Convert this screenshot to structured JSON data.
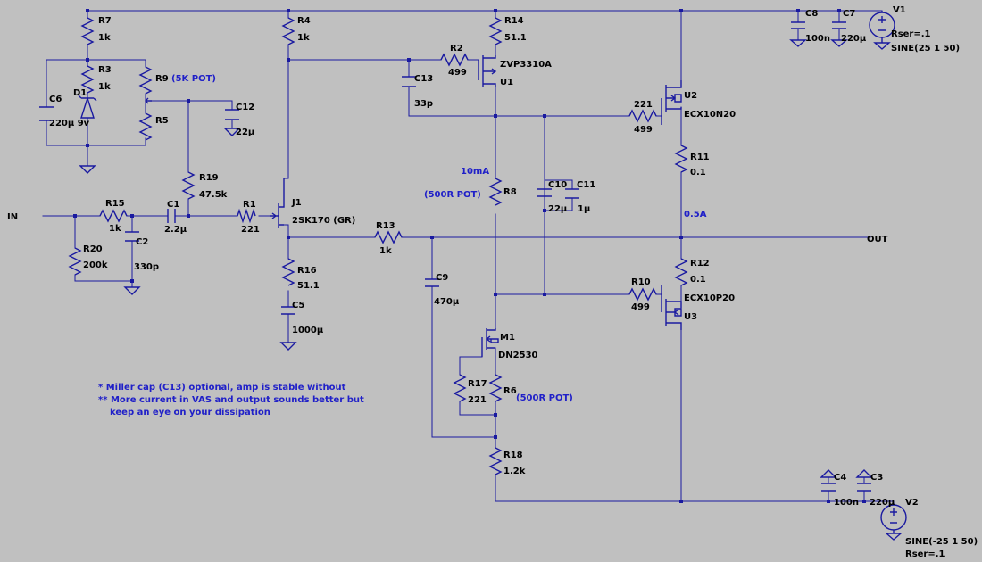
{
  "components": [
    {
      "id": "R7",
      "ref": "R7",
      "value": "1k"
    },
    {
      "id": "R3",
      "ref": "R3",
      "value": "1k"
    },
    {
      "id": "D1",
      "ref": "D1",
      "value": ""
    },
    {
      "id": "C6",
      "ref": "C6",
      "value": "220µ 9v"
    },
    {
      "id": "R9",
      "ref": "R9",
      "value": "(5K POT)"
    },
    {
      "id": "R5",
      "ref": "R5",
      "value": ""
    },
    {
      "id": "C12",
      "ref": "C12",
      "value": "22µ"
    },
    {
      "id": "R19",
      "ref": "R19",
      "value": "47.5k"
    },
    {
      "id": "R4",
      "ref": "R4",
      "value": "1k"
    },
    {
      "id": "R14",
      "ref": "R14",
      "value": "51.1"
    },
    {
      "id": "R2",
      "ref": "R2",
      "value": "499"
    },
    {
      "id": "U1",
      "ref": "U1",
      "value": "ZVP3310A"
    },
    {
      "id": "C13",
      "ref": "C13",
      "value": "33p"
    },
    {
      "id": "U2",
      "ref": "U2",
      "value": "ECX10N20"
    },
    {
      "id": "R_U2",
      "ref": "221",
      "value": "499"
    },
    {
      "id": "R11",
      "ref": "R11",
      "value": "0.1"
    },
    {
      "id": "C8",
      "ref": "C8",
      "value": "100n"
    },
    {
      "id": "C7",
      "ref": "C7",
      "value": "220µ"
    },
    {
      "id": "V1",
      "ref": "V1",
      "value": "SINE(25 1 50)",
      "extra": "Rser=.1"
    },
    {
      "id": "R15",
      "ref": "R15",
      "value": "1k"
    },
    {
      "id": "C2",
      "ref": "C2",
      "value": "330p"
    },
    {
      "id": "R20",
      "ref": "R20",
      "value": "200k"
    },
    {
      "id": "C1",
      "ref": "C1",
      "value": "2.2µ"
    },
    {
      "id": "R1",
      "ref": "R1",
      "value": "221"
    },
    {
      "id": "J1",
      "ref": "J1",
      "value": "2SK170 (GR)"
    },
    {
      "id": "R16",
      "ref": "R16",
      "value": "51.1"
    },
    {
      "id": "C5",
      "ref": "C5",
      "value": "1000µ"
    },
    {
      "id": "R13",
      "ref": "R13",
      "value": "1k"
    },
    {
      "id": "R8",
      "ref": "R8",
      "value": "(500R POT)"
    },
    {
      "id": "C10",
      "ref": "C10",
      "value": "22µ"
    },
    {
      "id": "C11",
      "ref": "C11",
      "value": "1µ"
    },
    {
      "id": "C9",
      "ref": "C9",
      "value": "470µ"
    },
    {
      "id": "R12",
      "ref": "R12",
      "value": "0.1"
    },
    {
      "id": "R10",
      "ref": "R10",
      "value": "499"
    },
    {
      "id": "U3",
      "ref": "U3",
      "value": "ECX10P20"
    },
    {
      "id": "M1",
      "ref": "M1",
      "value": "DN2530"
    },
    {
      "id": "R17",
      "ref": "R17",
      "value": "221"
    },
    {
      "id": "R6",
      "ref": "R6",
      "value": "(500R POT)"
    },
    {
      "id": "R18",
      "ref": "R18",
      "value": "1.2k"
    },
    {
      "id": "C4",
      "ref": "C4",
      "value": "100n"
    },
    {
      "id": "C3",
      "ref": "C3",
      "value": "220µ"
    },
    {
      "id": "V2",
      "ref": "V2",
      "value": "SINE(-25 1 50)",
      "extra": "Rser=.1"
    }
  ],
  "net_labels": {
    "in": "IN",
    "out": "OUT"
  },
  "annotations": {
    "vas_current": "10mA",
    "output_current": "0.5A",
    "note_1": "* Miller cap (C13) optional, amp is stable without",
    "note_2": "** More current in VAS and output sounds better but",
    "note_3": "keep an eye on your dissipation"
  },
  "colors": {
    "background": "#c0c0c0",
    "wire": "#1a1aa0",
    "label": "#000000",
    "note": "#2020c8"
  }
}
